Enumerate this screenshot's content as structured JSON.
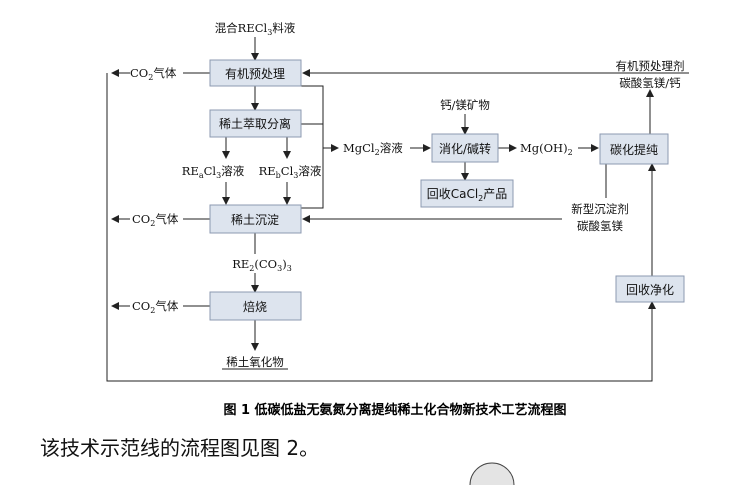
{
  "input_label": "混合RECl",
  "input_label_sub": "3",
  "input_label_tail": "料液",
  "boxes": {
    "organic_pretreat": "有机预处理",
    "extraction": "稀土萃取分离",
    "precipitation": "稀土沉淀",
    "roasting": "焙烧",
    "digestion": "消化/碱转",
    "recover_cacl2_head": "回收CaCl",
    "recover_cacl2_sub": "2",
    "recover_cacl2_tail": "产品",
    "carbonation": "碳化提纯",
    "recycle": "回收净化"
  },
  "labels": {
    "co2_head": "CO",
    "co2_sub": "2",
    "co2_tail": "气体",
    "rea_head": "RE",
    "rea_sub": "a",
    "rea_mid": "Cl",
    "rea_sub2": "3",
    "rea_tail": "溶液",
    "reb_head": "RE",
    "reb_sub": "b",
    "reb_mid": "Cl",
    "reb_sub2": "3",
    "reb_tail": "溶液",
    "mgcl2_head": "MgCl",
    "mgcl2_sub": "2",
    "mgcl2_tail": "溶液",
    "mgoh2_head": "Mg(OH)",
    "mgoh2_sub": "2",
    "ore": "钙/镁矿物",
    "re2co3_head": "RE",
    "re2co3_sub": "2",
    "re2co3_mid": "(CO",
    "re2co3_sub2": "3",
    "re2co3_tail": ")",
    "re2co3_sub3": "3",
    "product_oxide": "稀土氧化物",
    "pretreat_agent_1": "有机预处理剂",
    "pretreat_agent_2": "碳酸氢镁/钙",
    "precip_agent_1": "新型沉淀剂",
    "precip_agent_2": "碳酸氢镁"
  },
  "caption": "图 1 低碳低盐无氨氮分离提纯稀土化合物新技术工艺流程图",
  "paragraph": "该技术示范线的流程图见图 2。"
}
